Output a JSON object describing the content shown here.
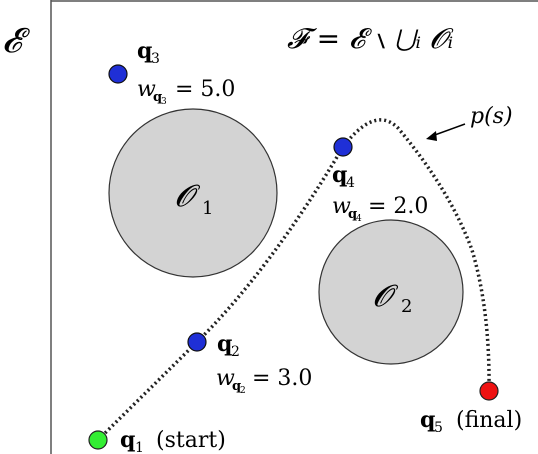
{
  "environment_symbol": "𝓔",
  "free_space_formula": "𝓕 = 𝓔 ∖ ⋃ᵢ 𝓞ᵢ",
  "path_label": "p(s)",
  "obstacles": [
    {
      "label": "𝓞",
      "subscript": "1"
    },
    {
      "label": "𝓞",
      "subscript": "2"
    }
  ],
  "points": [
    {
      "name": "q",
      "subscript": "1",
      "caption": "(start)",
      "weight": "",
      "color": "#33ee33"
    },
    {
      "name": "q",
      "subscript": "2",
      "caption": "",
      "weight_label": "w",
      "weight_sub": "q",
      "weight_sub_sub": "2",
      "weight": "= 3.0",
      "color": "#1f2fd6"
    },
    {
      "name": "q",
      "subscript": "3",
      "caption": "",
      "weight_label": "w",
      "weight_sub": "q",
      "weight_sub_sub": "3",
      "weight": "= 5.0",
      "color": "#1f2fd6"
    },
    {
      "name": "q",
      "subscript": "4",
      "caption": "",
      "weight_label": "w",
      "weight_sub": "q",
      "weight_sub_sub": "4",
      "weight": "= 2.0",
      "color": "#1f2fd6"
    },
    {
      "name": "q",
      "subscript": "5",
      "caption": "(final)",
      "weight": "",
      "color": "#ee1111"
    }
  ],
  "colors": {
    "obstacle_fill": "#d3d3d3",
    "border": "#555555",
    "path": "#222222"
  }
}
